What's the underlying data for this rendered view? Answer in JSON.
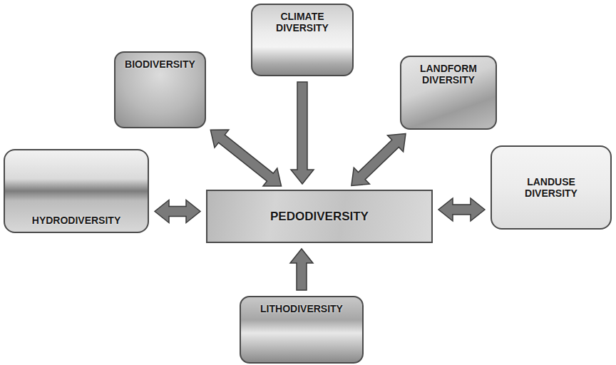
{
  "diagram": {
    "nodes": [
      {
        "text": [
          "CLIMATE DIVERSITY"
        ]
      },
      {
        "text": [
          "BIODIVERSITY"
        ]
      },
      {
        "text": [
          "LANDFORM DIVERSITY"
        ]
      },
      {
        "text": [
          "HYDRODIVERSITY"
        ]
      },
      {
        "text": [
          "PEDODIVERSITY"
        ]
      },
      {
        "text": [
          "LANDUSE DIVERSITY"
        ]
      },
      {
        "text": [
          "LITHODIVERSITY"
        ]
      }
    ],
    "edges": [
      {
        "from": 0,
        "to": 4,
        "arrow": "to"
      },
      {
        "from": 1,
        "to": 4,
        "arrow": "both"
      },
      {
        "from": 2,
        "to": 4,
        "arrow": "both"
      },
      {
        "from": 3,
        "to": 4,
        "arrow": "both"
      },
      {
        "from": 5,
        "to": 4,
        "arrow": "both"
      },
      {
        "from": 6,
        "to": 4,
        "arrow": "to"
      }
    ]
  }
}
